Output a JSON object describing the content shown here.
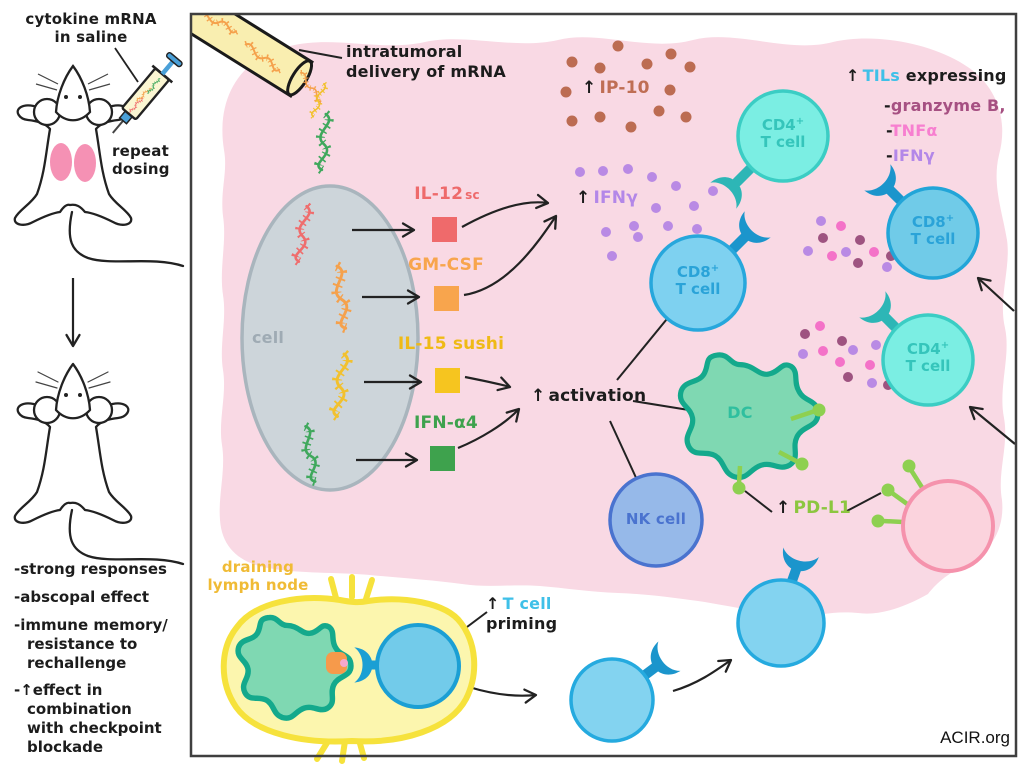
{
  "colors": {
    "tumor_bg": "#f9d9e4",
    "panel_border": "#3f3f3f",
    "il12": "#ee6a6b",
    "gmcsf": "#f8a54d",
    "il15_sushi": "#f2c12e",
    "ifn_a4": "#3ea24d",
    "ip10_dots": "#bc6c52",
    "ifng_dots": "#b98ae4",
    "tnfa_pink": "#f472c8",
    "granzyme_maroon": "#9e5380",
    "tils_cyan": "#3fc0e8",
    "pdl1_green": "#8ed050",
    "cd4_cell": "#7beee3",
    "cd8_cell": "#7ed1f0",
    "nk_cell": "#96b9e9",
    "dc_cell": "#7fd8b2",
    "tumor_cell": "#fbd3dd",
    "lymph_node": "#fcf6ae",
    "mouse_tumor": "#f591b4"
  },
  "left_panel": {
    "injection_label": "cytokine mRNA\nin saline",
    "dosing_label": "repeat\ndosing",
    "outcomes": [
      "-strong responses",
      "-abscopal effect",
      "-immune memory/\nresistance to\nrechallenge",
      "-↑effect in\ncombination\nwith checkpoint\nblockade"
    ]
  },
  "main": {
    "delivery_label": "intratumoral\ndelivery of mRNA",
    "cell_label": "cell",
    "cytokines": [
      {
        "label": "IL-12",
        "suffix": "sc"
      },
      {
        "label": "GM-CSF",
        "suffix": ""
      },
      {
        "label": "IL-15 sushi",
        "suffix": ""
      },
      {
        "label": "IFN-α4",
        "suffix": ""
      }
    ],
    "ip10": {
      "arrow": "↑",
      "label": "IP-10"
    },
    "ifng": {
      "arrow": "↑",
      "label": "IFNγ"
    },
    "activation": {
      "arrow": "↑",
      "label": "activation"
    },
    "pdl1": {
      "arrow": "↑",
      "label": "PD-L1"
    },
    "tils": {
      "arrow": "↑",
      "name": "TILs",
      "rest": " expressing",
      "items": [
        {
          "dash": "-",
          "label": "granzyme B,"
        },
        {
          "dash": "-",
          "label": "TNFα"
        },
        {
          "dash": "-",
          "label": "IFNγ"
        }
      ]
    },
    "cells": {
      "cd4": {
        "name": "CD4",
        "sup": "+",
        "line2": "T cell"
      },
      "cd8": {
        "name": "CD8",
        "sup": "+",
        "line2": "T cell"
      },
      "nk": "NK cell",
      "dc": "DC"
    },
    "lymph_node_label": "draining\nlymph node",
    "priming": {
      "arrow": "↑",
      "name": "T cell",
      "line2": "priming"
    },
    "credit": "ACIR.org"
  }
}
